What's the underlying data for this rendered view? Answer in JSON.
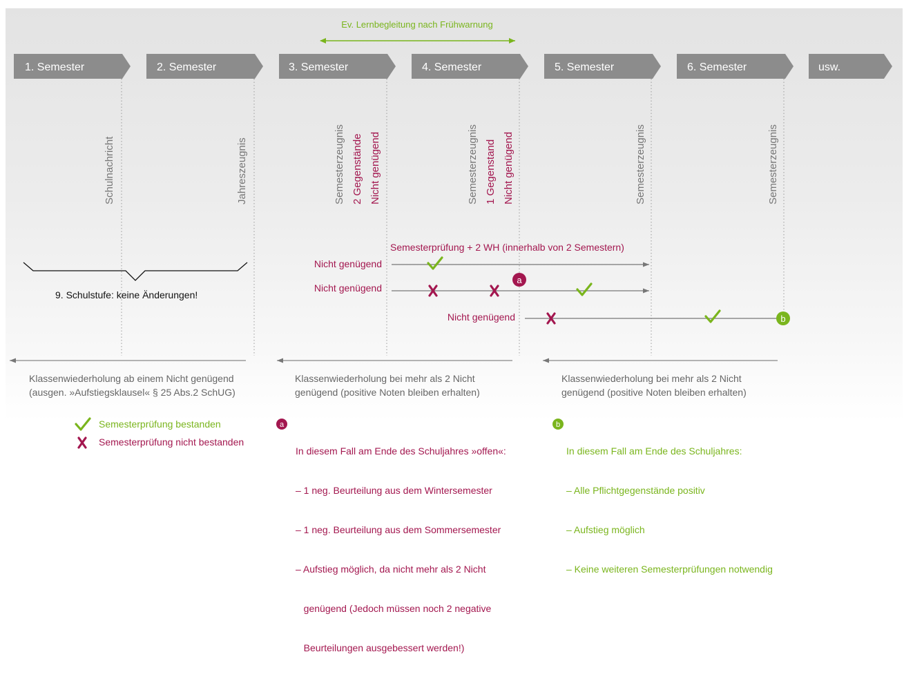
{
  "colors": {
    "magenta": "#a3174f",
    "green": "#7ab51d",
    "semester_box": "#8c8c8c",
    "text_gray": "#666666"
  },
  "top_cut_text": "...",
  "header": {
    "lernbegleitung": "Ev. Lernbegleitung nach Frühwarnung"
  },
  "semesters": [
    "1. Semester",
    "2. Semester",
    "3. Semester",
    "4. Semester",
    "5. Semester",
    "6. Semester",
    "usw."
  ],
  "vertical_labels": {
    "schulnachricht": "Schulnachricht",
    "jahreszeugnis": "Jahreszeugnis",
    "sem3_line1": "Semesterzeugnis",
    "sem3_line2": "2 Gegenstände",
    "sem3_line3": "Nicht genügend",
    "sem4_line1": "Semesterzeugnis",
    "sem4_line2": "1 Gegenstand",
    "sem4_line3": "Nicht genügend",
    "sem5": "Semesterzeugnis",
    "sem6": "Semesterzeugnis"
  },
  "schulstufe": "9. Schulstufe: keine Änderungen!",
  "pruefung_title": "Semesterprüfung + 2 WH (innerhalb von 2 Semestern)",
  "row_labels": [
    "Nicht genügend",
    "Nicht genügend",
    "Nicht genügend"
  ],
  "marker_a": "a",
  "marker_b": "b",
  "klassenwiederholung": {
    "left_line1": "Klassenwiederholung ab einem Nicht genügend",
    "left_line2": "(ausgen. »Aufstiegsklausel« § 25 Abs.2 SchUG)",
    "mid_line1": "Klassenwiederholung bei mehr als 2 Nicht",
    "mid_line2": "genügend (positive Noten bleiben erhalten)",
    "right_line1": "Klassenwiederholung bei mehr als 2 Nicht",
    "right_line2": "genügend (positive Noten bleiben erhalten)"
  },
  "legend": {
    "check_icon": "check-icon",
    "cross_icon": "cross-icon",
    "bestanden": "Semesterprüfung bestanden",
    "nicht_bestanden": "Semesterprüfung nicht bestanden"
  },
  "note_a": {
    "title": "In diesem Fall am Ende des Schuljahres »offen«:",
    "items": [
      "– 1 neg. Beurteilung aus dem Wintersemester",
      "– 1 neg. Beurteilung aus dem Sommersemester",
      "– Aufstieg möglich, da nicht mehr als 2 Nicht",
      "   genügend (Jedoch müssen noch 2 negative",
      "   Beurteilungen ausgebessert werden!)"
    ]
  },
  "note_b": {
    "title": "In diesem Fall am Ende des Schuljahres:",
    "items": [
      "– Alle Pflichtgegenstände positiv",
      "– Aufstieg möglich",
      "– Keine weiteren Semesterprüfungen notwendig"
    ]
  }
}
